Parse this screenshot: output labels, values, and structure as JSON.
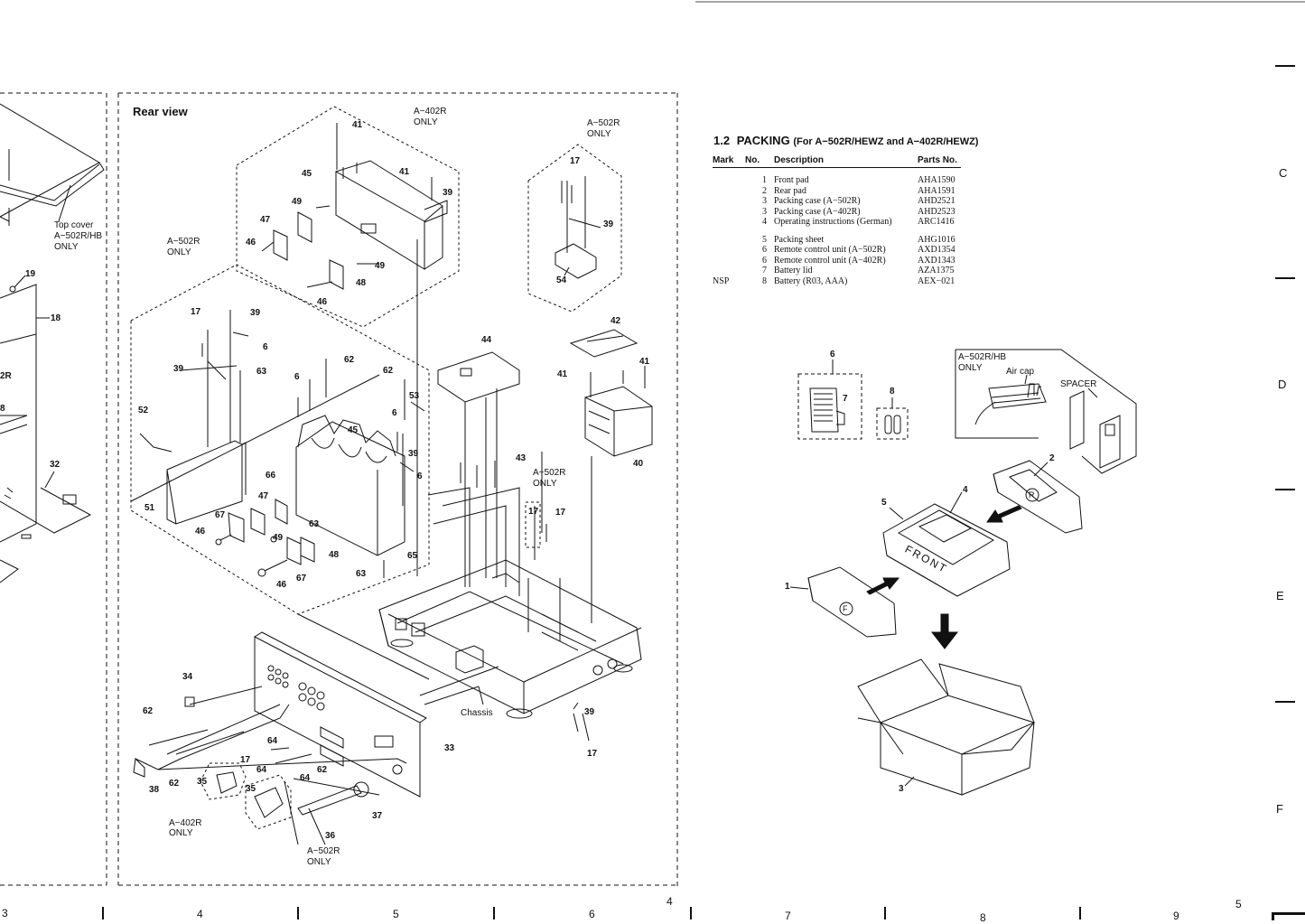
{
  "left_panel": {
    "labels": [
      "Top cover",
      "A−502R/HB",
      "ONLY",
      "19",
      "18",
      "2R",
      "8",
      "32"
    ]
  },
  "rear_view": {
    "title": "Rear view",
    "a402r_top": [
      "A−402R",
      "ONLY"
    ],
    "a502r_top": [
      "A−502R",
      "ONLY"
    ],
    "a502r_left": [
      "A−502R",
      "ONLY"
    ],
    "a502r_mid": [
      "A−502R",
      "ONLY"
    ],
    "a402r_bottom": [
      "A−402R",
      "ONLY"
    ],
    "a502r_bottom": [
      "A−502R",
      "ONLY"
    ],
    "chassis_label": "Chassis",
    "callouts": {
      "n41a": "41",
      "n41b": "41",
      "n45a": "45",
      "n39a": "39",
      "n49a": "49",
      "n47a": "47",
      "n46a": "46",
      "n49b": "49",
      "n48a": "48",
      "n46b": "46",
      "n17a": "17",
      "n39b": "39",
      "n54": "54",
      "n17b": "17",
      "n39c": "39",
      "n6a": "6",
      "n39d": "39",
      "n63a": "63",
      "n62a": "62",
      "n6b": "6",
      "n62b": "62",
      "n53": "53",
      "n52": "52",
      "n45b": "45",
      "n6c": "6",
      "n39e": "39",
      "n42": "42",
      "n44": "44",
      "n41c": "41",
      "n41d": "41",
      "n40": "40",
      "n43": "43",
      "n66": "66",
      "n6d": "6",
      "n51": "51",
      "n47b": "47",
      "n67a": "67",
      "n63b": "63",
      "n49c": "49",
      "n48b": "48",
      "n46c": "46",
      "n65": "65",
      "n17c": "17",
      "n17d": "17",
      "n63c": "63",
      "n67b": "67",
      "n46d": "46",
      "n34": "34",
      "n62c": "62",
      "n33": "33",
      "n17e": "17",
      "n64a": "64",
      "n62d": "62",
      "n64b": "64",
      "n64c": "64",
      "n35a": "35",
      "n62e": "62",
      "n38": "38",
      "n35b": "35",
      "n37": "37",
      "n36": "36",
      "n39f": "39",
      "n17f": "17"
    }
  },
  "packing": {
    "section_no": "1.2",
    "title": "PACKING",
    "subtitle": "(For A−502R/HEWZ and A−402R/HEWZ)",
    "headers": {
      "mark": "Mark",
      "no": "No.",
      "description": "Description",
      "parts_no": "Parts No."
    },
    "rows": [
      {
        "mark": "",
        "no": "1",
        "description": "Front pad",
        "parts_no": "AHA1590"
      },
      {
        "mark": "",
        "no": "2",
        "description": "Rear pad",
        "parts_no": "AHA1591"
      },
      {
        "mark": "",
        "no": "3",
        "description": "Packing case (A−502R)",
        "parts_no": "AHD2521"
      },
      {
        "mark": "",
        "no": "3",
        "description": "Packing case (A−402R)",
        "parts_no": "AHD2523"
      },
      {
        "mark": "",
        "no": "4",
        "description": "Operating instructions (German)",
        "parts_no": "ARC1416"
      },
      {
        "mark": "",
        "no": "5",
        "description": "Packing sheet",
        "parts_no": "AHG1016"
      },
      {
        "mark": "",
        "no": "6",
        "description": "Remote control unit (A−502R)",
        "parts_no": "AXD1354"
      },
      {
        "mark": "",
        "no": "6",
        "description": "Remote control unit (A−402R)",
        "parts_no": "AXD1343"
      },
      {
        "mark": "",
        "no": "7",
        "description": "Battery lid",
        "parts_no": "AZA1375"
      },
      {
        "mark": "NSP",
        "no": "8",
        "description": "Battery (R03, AAA)",
        "parts_no": "AEX−021"
      }
    ],
    "illustration": {
      "inset_labels": [
        "A−502R/HB",
        "ONLY"
      ],
      "air_cap": "Air cap",
      "spacer": "SPACER",
      "front_text": "FRONT",
      "f_mark": "F",
      "r_mark": "R",
      "callouts": {
        "c1": "1",
        "c2": "2",
        "c3": "3",
        "c4": "4",
        "c5": "5",
        "c6": "6",
        "c7": "7",
        "c8": "8"
      }
    }
  },
  "ruler_letters": [
    "C",
    "D",
    "E",
    "F"
  ],
  "bottom_numbers": [
    "3",
    "4",
    "5",
    "6",
    "4",
    "7",
    "8",
    "9",
    "5"
  ]
}
